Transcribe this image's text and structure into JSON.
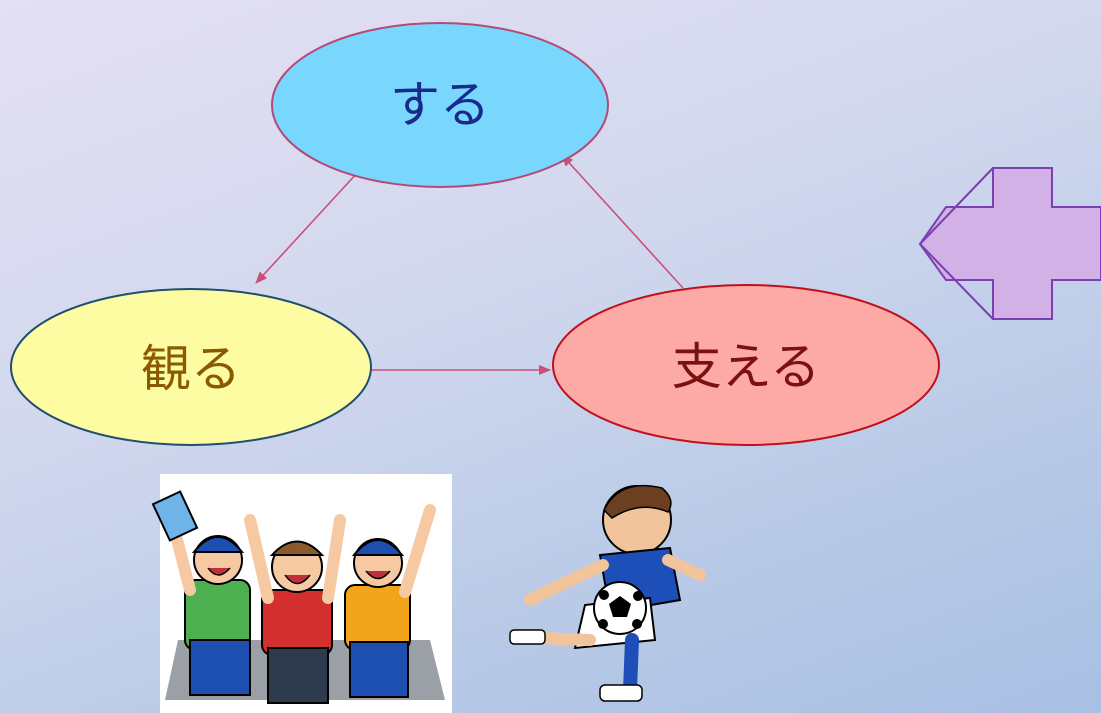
{
  "nodes": {
    "suru": {
      "label": "する",
      "fill": "#79d6fd",
      "stroke": "#b34a78",
      "text_color": "#1a2a8c"
    },
    "miru": {
      "label": "観る",
      "fill": "#fdfca3",
      "stroke": "#1f4e6e",
      "text_color": "#8a5a00"
    },
    "sasaeru": {
      "label": "支える",
      "fill": "#fdaaa6",
      "stroke": "#c0101e",
      "text_color": "#7a1010"
    }
  },
  "edges": [
    {
      "from": "する",
      "to": "観る"
    },
    {
      "from": "観る",
      "to": "支える"
    },
    {
      "from": "支える",
      "to": "する"
    }
  ],
  "edge_color": "#c8507a",
  "double_arrow": {
    "fill": "#d2b1e6",
    "stroke": "#7a3fb0"
  },
  "illustrations": [
    {
      "name": "cheering-fans",
      "description_icon": "fans-illustration"
    },
    {
      "name": "soccer-player",
      "description_icon": "soccer-player-illustration"
    }
  ]
}
